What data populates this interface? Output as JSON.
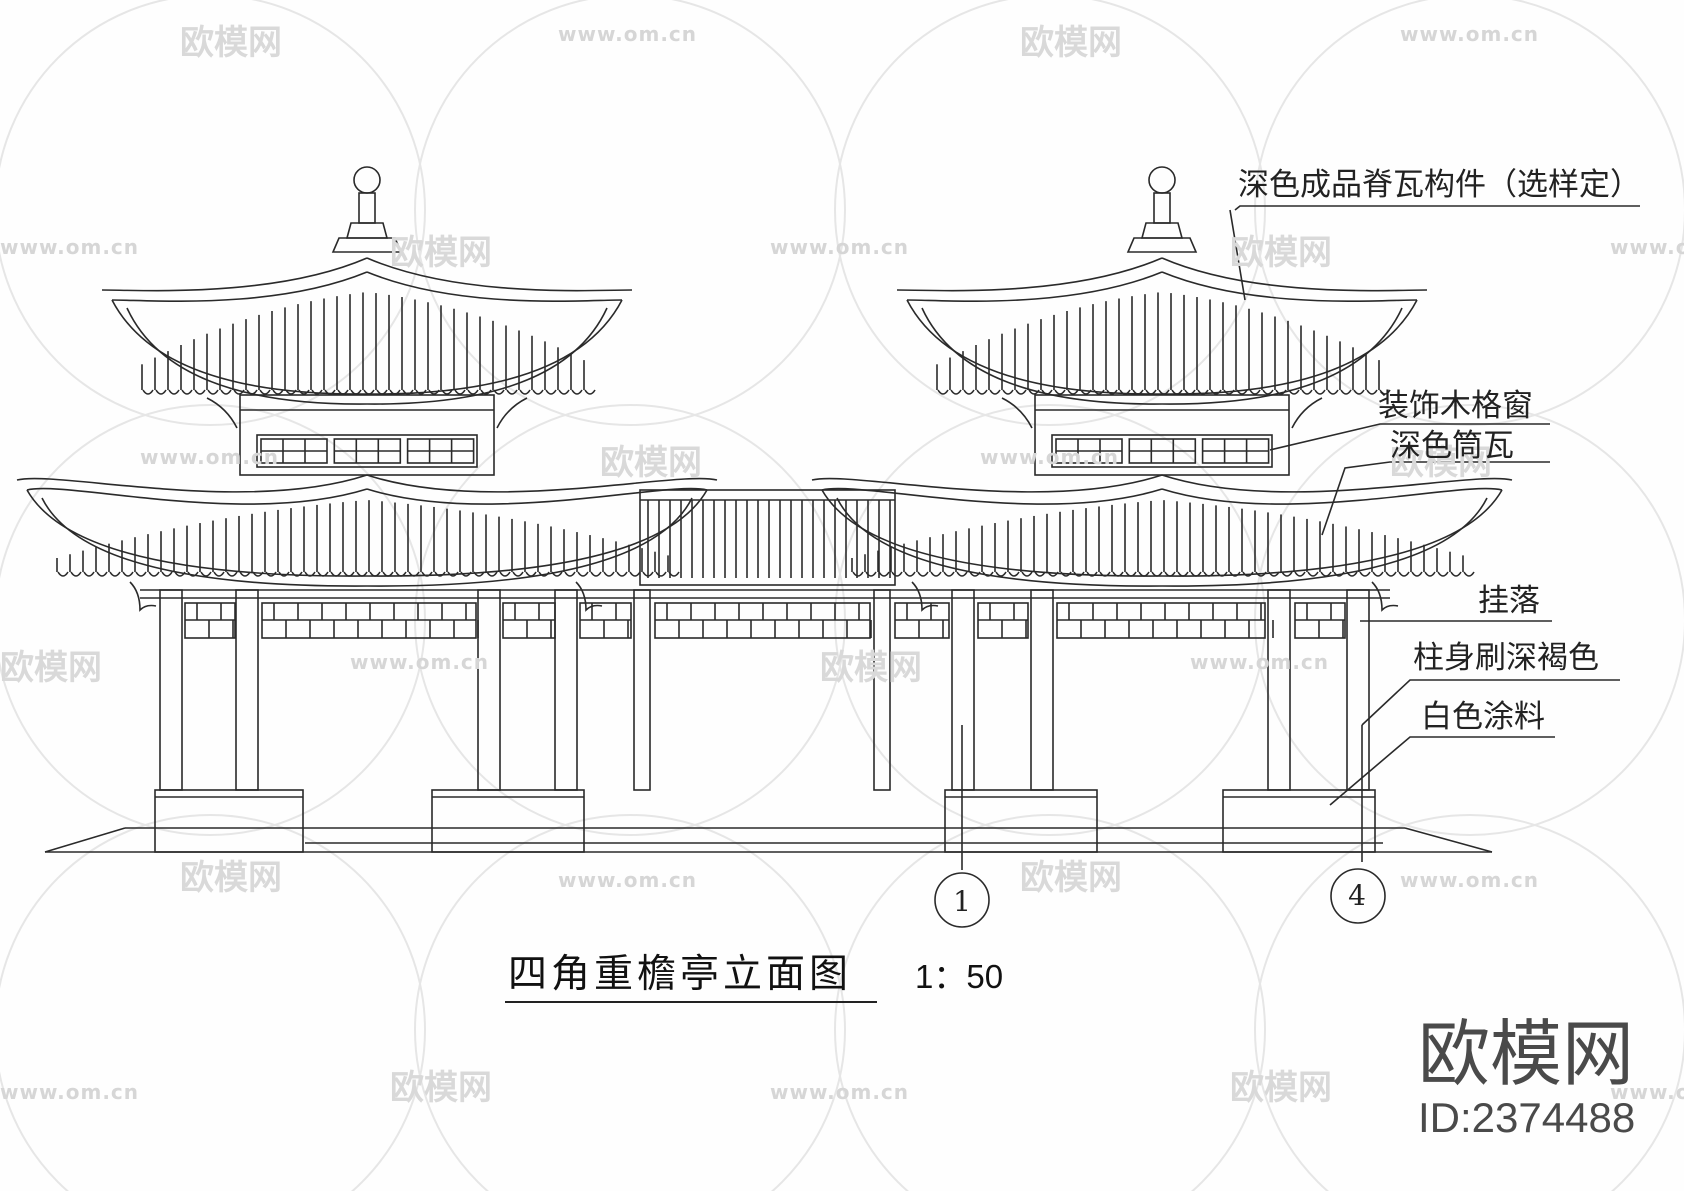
{
  "drawing": {
    "title": "四角重檐亭立面图",
    "scale": "1：50",
    "callouts": [
      {
        "id": "ridge-tile",
        "text": "深色成品脊瓦构件（选样定）"
      },
      {
        "id": "lattice-window",
        "text": "装饰木格窗"
      },
      {
        "id": "tube-tile",
        "text": "深色筒瓦"
      },
      {
        "id": "hanging-fret",
        "text": "挂落"
      },
      {
        "id": "column-paint",
        "text": "柱身刷深褐色"
      },
      {
        "id": "white-paint",
        "text": "白色涂料"
      }
    ],
    "axis_markers": [
      "1",
      "4"
    ]
  },
  "watermark": {
    "brand": "欧模网",
    "url": "www.om.cn",
    "id_text": "ID:2374488"
  },
  "colors": {
    "line": "#2a2a2a",
    "background": "#fefefe",
    "watermark": "#d9d9d9"
  }
}
